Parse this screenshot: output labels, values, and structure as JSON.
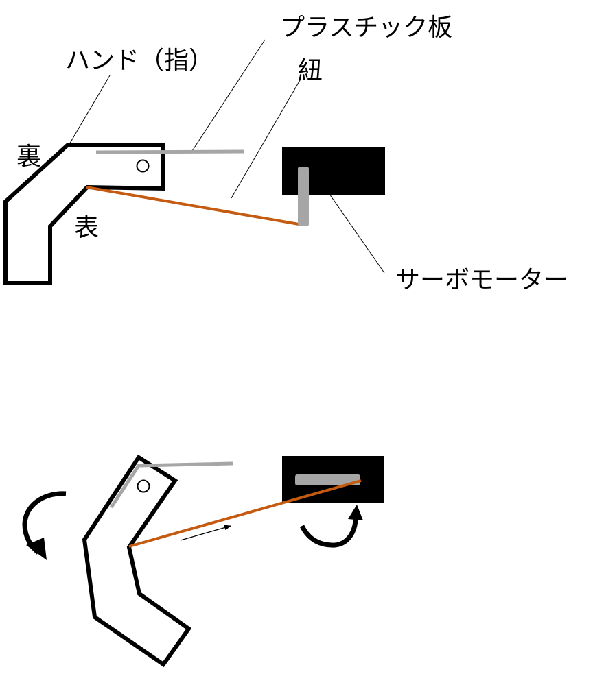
{
  "labels": {
    "plastic_plate": "プラスチック板",
    "hand_finger": "ハンド（指）",
    "string": "紐",
    "back_side": "裏",
    "front_side": "表",
    "servo_motor": "サーボモーター"
  },
  "colors": {
    "outline": "#000000",
    "plastic_plate": "#a6a6a6",
    "string": "#c55a11",
    "servo_body": "#000000",
    "servo_horn": "#a6a6a6",
    "leader_line": "#000000"
  },
  "icons": {
    "pivot": "pivot-circle-icon",
    "hand_rotation": "curved-arrow-counterclockwise-icon",
    "servo_rotation": "curved-arrow-up-icon",
    "pull_direction": "straight-arrow-icon"
  }
}
